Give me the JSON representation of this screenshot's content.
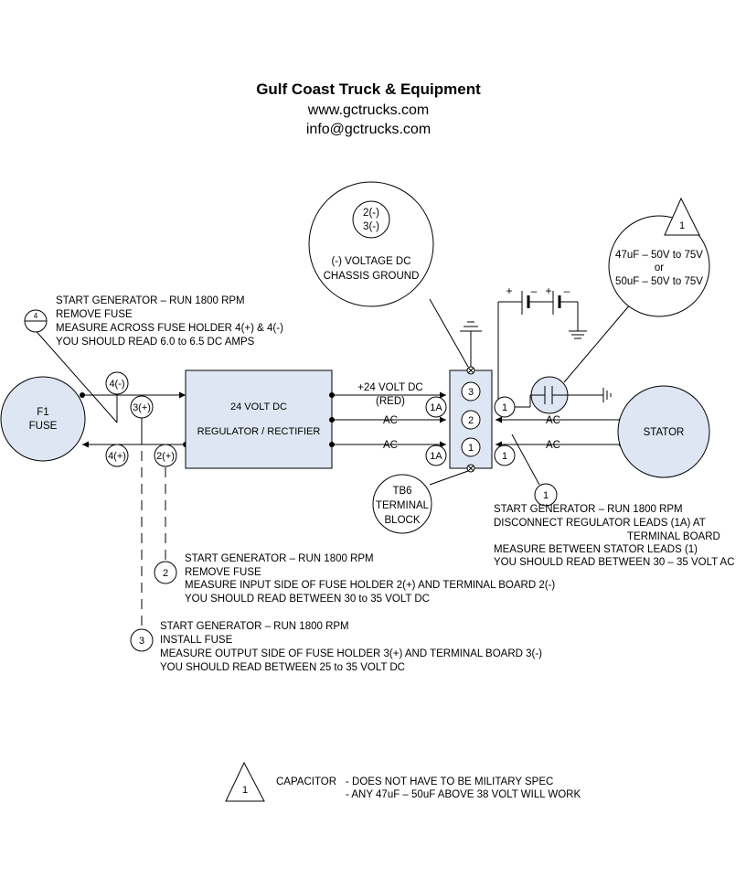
{
  "header": {
    "company": "Gulf Coast Truck & Equipment",
    "website": "www.gctrucks.com",
    "email": "info@gctrucks.com"
  },
  "components": {
    "fuse": {
      "line1": "F1",
      "line2": "FUSE"
    },
    "regulator": {
      "line1": "24 VOLT DC",
      "line2": "REGULATOR / RECTIFIER"
    },
    "terminal_block": {
      "line1": "TB6",
      "line2": "TERMINAL",
      "line3": "BLOCK"
    },
    "stator": {
      "label": "STATOR"
    },
    "ground_callout": {
      "ref1": "2(-)",
      "ref2": "3(-)",
      "line1": "(-) VOLTAGE DC",
      "line2": "CHASSIS GROUND"
    },
    "capacitor_callout": {
      "marker": "1",
      "line1": "47uF – 50V to 75V",
      "line2": "or",
      "line3": "50uF – 50V to 75V"
    }
  },
  "wire_labels": {
    "plus24": "+24 VOLT DC",
    "red": "(RED)",
    "ac_left_1": "AC",
    "ac_left_2": "AC",
    "ac_right_1": "AC",
    "ac_right_2": "AC"
  },
  "terminals": {
    "t3": "3",
    "t2": "2",
    "t1": "1",
    "lead_1a_top": "1A",
    "lead_1a_bottom": "1A",
    "lead_1_top": "1",
    "lead_1_bottom": "1"
  },
  "fuse_points": {
    "p4minus": "4(-)",
    "p3plus": "3(+)",
    "p4plus": "4(+)",
    "p2plus": "2(+)"
  },
  "battery_symbols": {
    "plus1": "+",
    "minus1": "–",
    "plus2": "+",
    "minus2": "–"
  },
  "steps": {
    "step4": {
      "marker": "4",
      "lines": [
        "START GENERATOR – RUN 1800 RPM",
        "REMOVE FUSE",
        "MEASURE ACROSS FUSE HOLDER 4(+) & 4(-)",
        "YOU SHOULD READ 6.0 to 6.5 DC AMPS"
      ]
    },
    "step1": {
      "marker": "1",
      "lines": [
        "START GENERATOR – RUN 1800 RPM",
        "DISCONNECT REGULATOR LEADS (1A) AT",
        "TERMINAL BOARD",
        "MEASURE BETWEEN STATOR LEADS (1)",
        "YOU SHOULD READ BETWEEN 30 – 35 VOLT AC"
      ]
    },
    "step2": {
      "marker": "2",
      "lines": [
        "START GENERATOR – RUN 1800 RPM",
        "REMOVE FUSE",
        "MEASURE INPUT SIDE OF FUSE HOLDER 2(+) AND TERMINAL BOARD 2(-)",
        "YOU SHOULD READ BETWEEN 30 to 35 VOLT DC"
      ]
    },
    "step3": {
      "marker": "3",
      "lines": [
        "START GENERATOR – RUN 1800 RPM",
        "INSTALL FUSE",
        "MEASURE OUTPUT SIDE OF FUSE HOLDER 3(+) AND TERMINAL BOARD 3(-)",
        "YOU SHOULD READ BETWEEN 25 to 35 VOLT DC"
      ]
    }
  },
  "note": {
    "marker": "1",
    "title": "CAPACITOR",
    "line1": "- DOES NOT HAVE TO BE MILITARY SPEC",
    "line2": "- ANY 47uF – 50uF ABOVE 38 VOLT WILL WORK"
  }
}
